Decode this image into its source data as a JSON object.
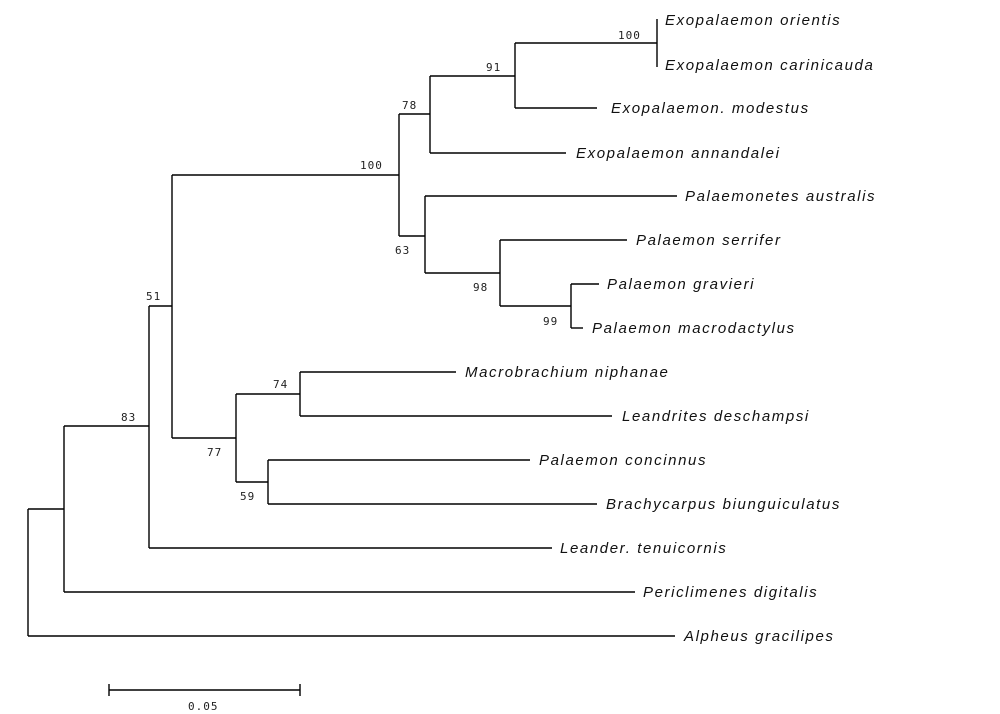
{
  "tree": {
    "taxa": [
      "Exopalaemon orientis",
      "Exopalaemon carinicauda",
      "Exopalaemon. modestus",
      "Exopalaemon annandalei",
      "Palaemonetes australis",
      "Palaemon serrifer",
      "Palaemon gravieri",
      "Palaemon macrodactylus",
      "Macrobrachium niphanae",
      "Leandrites deschampsi",
      "Palaemon concinnus",
      "Brachycarpus biunguiculatus",
      "Leander. tenuicornis",
      "Periclimenes digitalis",
      "Alpheus gracilipes"
    ],
    "support_values": [
      "100",
      "91",
      "78",
      "100",
      "63",
      "98",
      "99",
      "51",
      "74",
      "83",
      "77",
      "59"
    ],
    "scale_bar": {
      "label": "0.05"
    }
  }
}
